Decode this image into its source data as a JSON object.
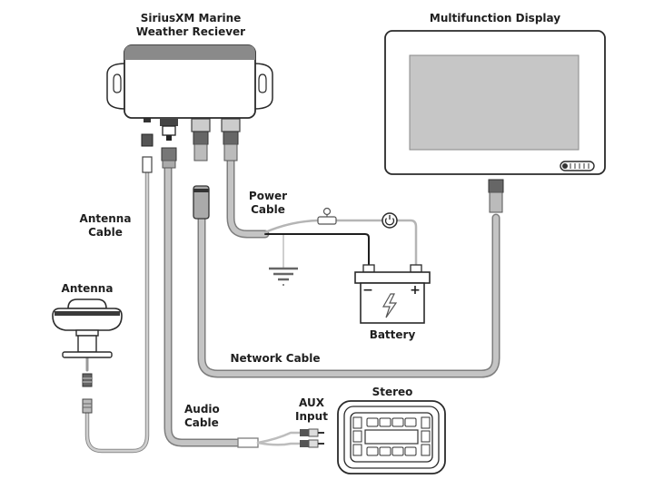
{
  "diagram": {
    "title": "SiriusXM Marine Weather Receiver Wiring",
    "components": {
      "receiver": {
        "label_line1": "SiriusXM Marine",
        "label_line2": "Weather Reciever"
      },
      "display": {
        "label": "Multifunction Display"
      },
      "antenna": {
        "label": "Antenna"
      },
      "battery": {
        "label": "Battery",
        "negative": "−",
        "positive": "+"
      },
      "stereo": {
        "label": "Stereo"
      }
    },
    "cables": {
      "antenna_cable": {
        "label_line1": "Antenna",
        "label_line2": "Cable"
      },
      "power_cable": {
        "label_line1": "Power",
        "label_line2": "Cable"
      },
      "network_cable": {
        "label": "Network Cable"
      },
      "audio_cable": {
        "label_line1": "Audio",
        "label_line2": "Cable"
      },
      "aux_input": {
        "label_line1": "AUX",
        "label_line2": "Input"
      }
    },
    "colors": {
      "outline": "#2a2a2a",
      "cable": "#b9b9b9",
      "cable_edge": "#7d7d7d",
      "screen": "#c6c6c6",
      "wire_dark": "#1e1e1e"
    }
  }
}
